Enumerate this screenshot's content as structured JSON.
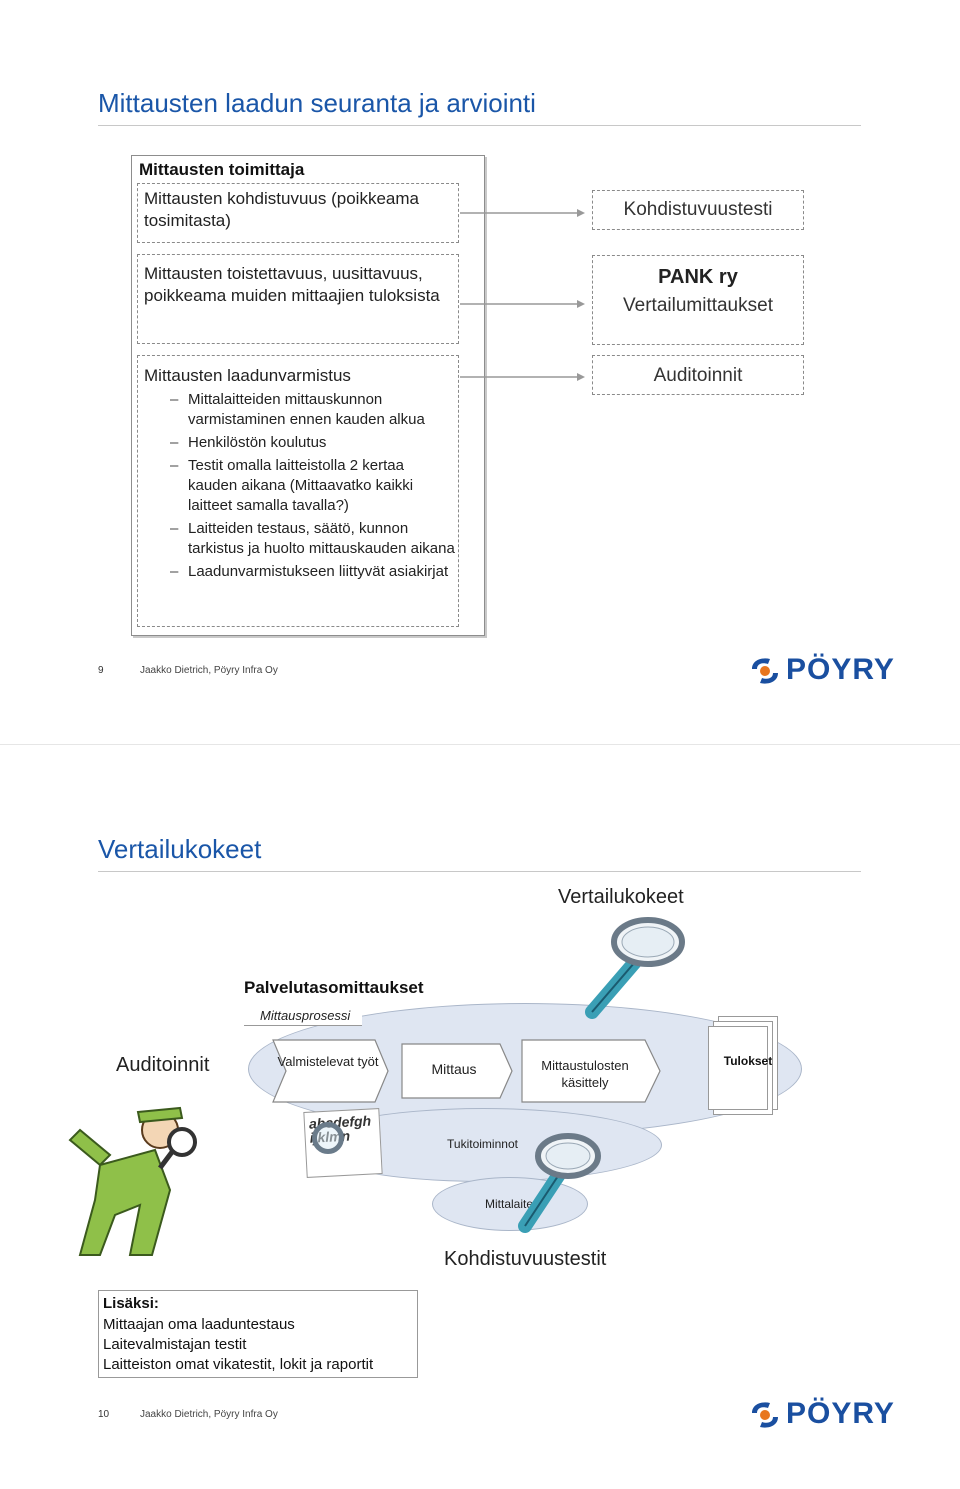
{
  "slide1": {
    "title": "Mittausten laadun seuranta ja arviointi",
    "heading": "Mittausten toimittaja",
    "box1_text": "Mittausten kohdistuvuus (poikkeama tosimitasta)",
    "box2_text": "Mittausten toistettavuus, uusittavuus, poikkeama muiden mittaajien tuloksista",
    "box3_title": "Mittausten laadunvarmistus",
    "box3_items": [
      "Mittalaitteiden mittauskunnon varmistaminen ennen kauden alkua",
      "Henkilöstön koulutus",
      "Testit omalla laitteistolla 2 kertaa kauden aikana (Mittaavatko kaikki laitteet samalla tavalla?)",
      "Laitteiden testaus, säätö, kunnon tarkistus ja huolto mittauskauden aikana",
      "Laadunvarmistukseen liittyvät asiakirjat"
    ],
    "right1": "Kohdistuvuustesti",
    "right2_title": "PANK ry",
    "right2_sub": "Vertailumittaukset",
    "right3": "Auditoinnit",
    "footer_num": "9",
    "footer_author": "Jaakko Dietrich, Pöyry Infra Oy",
    "logo_text": "PÖYRY"
  },
  "slide2": {
    "title": "Vertailukokeet",
    "top_label": "Vertailukokeet",
    "palvelu_title": "Palvelutasomittaukset",
    "prosessi_label": "Mittausprosessi",
    "auditoinnit": "Auditoinnit",
    "steps": [
      "Valmistelevat työt",
      "Mittaus",
      "Mittaustulosten käsittely"
    ],
    "tulokset": "Tulokset",
    "tuki": "Tukitoiminnot",
    "mittalaite": "Mittalaite",
    "kohdistuvuus": "Kohdistuvuustestit",
    "lisaksi_title": "Lisäksi:",
    "lisaksi_items": [
      "Mittaajan oma laaduntestaus",
      "Laitevalmistajan testit",
      "Laitteiston omat vikatestit, lokit ja raportit"
    ],
    "doc_text": "abcdefghijklmn",
    "footer_num": "10",
    "footer_author": "Jaakko Dietrich, Pöyry Infra Oy",
    "logo_text": "PÖYRY"
  },
  "colors": {
    "title_blue": "#1a56a8",
    "logo_blue": "#1a4fa0",
    "logo_orange": "#e8761e",
    "figure_green": "#8fc049"
  }
}
